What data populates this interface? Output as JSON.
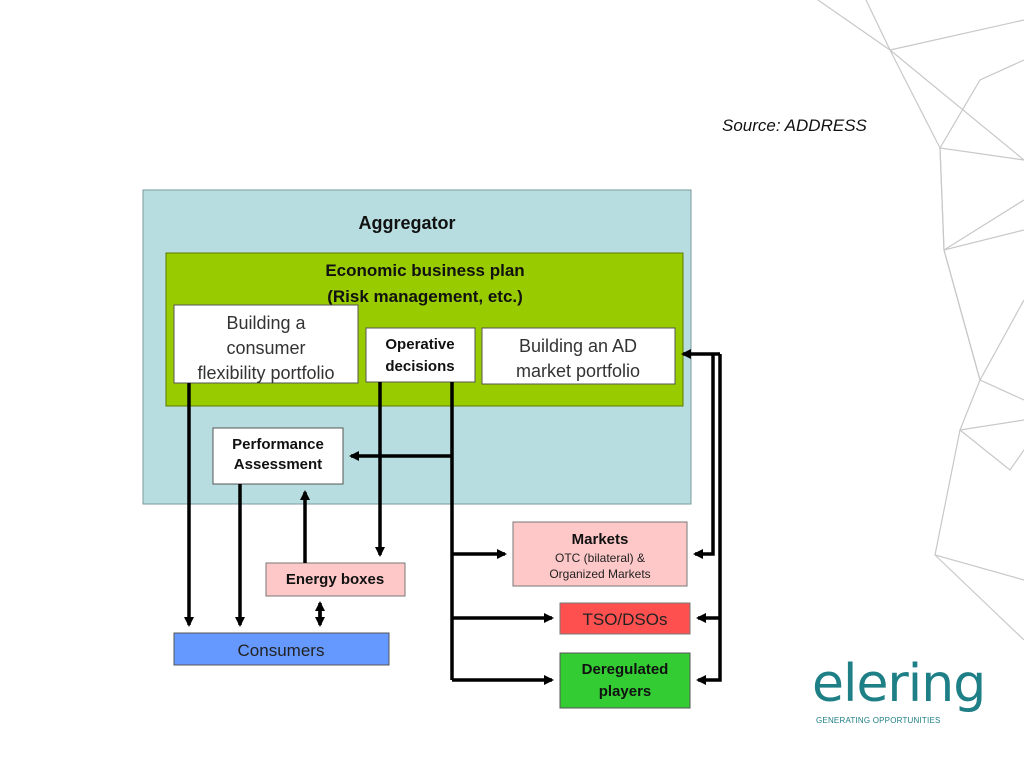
{
  "source": "Source: ADDRESS",
  "diagram": {
    "aggregator": "Aggregator",
    "business_plan": {
      "line1": "Economic business plan",
      "line2": "(Risk management, etc.)"
    },
    "consumer_portfolio": [
      "Building a",
      "consumer",
      "flexibility portfolio"
    ],
    "operative": [
      "Operative",
      "decisions"
    ],
    "ad_portfolio": [
      "Building an AD",
      "market portfolio"
    ],
    "performance": [
      "Performance",
      "Assessment"
    ],
    "energy_boxes": "Energy boxes",
    "consumers": "Consumers",
    "markets": {
      "title": "Markets",
      "line2": "OTC (bilateral) &",
      "line3": "Organized Markets"
    },
    "tso": "TSO/DSOs",
    "deregulated": [
      "Deregulated",
      "players"
    ]
  },
  "colors": {
    "aggregator_bg": "#b8dde0",
    "plan_bg": "#99cc00",
    "markets_bg": "#ffc8c8",
    "energy_bg": "#ffc8c8",
    "tso_bg": "#ff5050",
    "deregulated_bg": "#33cc33",
    "consumers_bg": "#6699ff",
    "brand": "#1f7f86"
  },
  "logo": {
    "word": "elering",
    "tagline": "GENERATING OPPORTUNITIES"
  }
}
